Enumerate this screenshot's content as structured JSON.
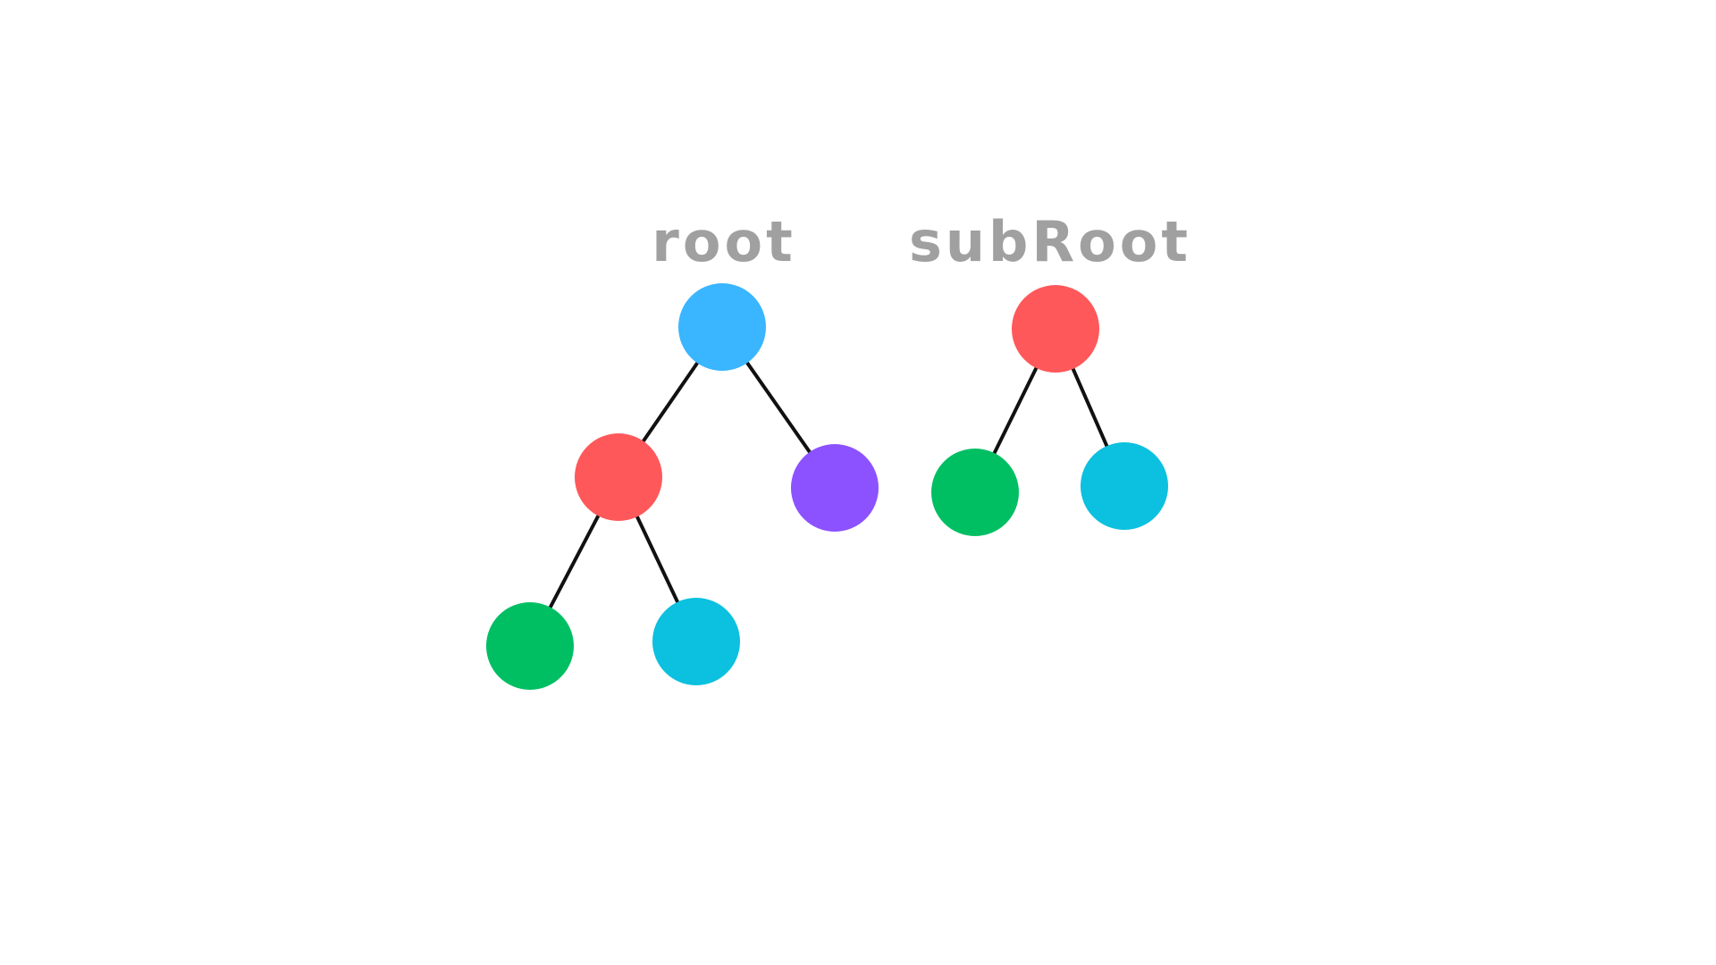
{
  "trees": [
    {
      "label": "root",
      "nodes": [
        {
          "id": "r1",
          "color": "#3AB5FF"
        },
        {
          "id": "r2",
          "color": "#FF585A"
        },
        {
          "id": "r3",
          "color": "#8C52FF"
        },
        {
          "id": "r4",
          "color": "#00BF63"
        },
        {
          "id": "r5",
          "color": "#0CC0DF"
        }
      ],
      "edges": [
        [
          "r1",
          "r2"
        ],
        [
          "r1",
          "r3"
        ],
        [
          "r2",
          "r4"
        ],
        [
          "r2",
          "r5"
        ]
      ]
    },
    {
      "label": "subRoot",
      "nodes": [
        {
          "id": "s1",
          "color": "#FF585A"
        },
        {
          "id": "s2",
          "color": "#00BF63"
        },
        {
          "id": "s3",
          "color": "#0CC0DF"
        }
      ],
      "edges": [
        [
          "s1",
          "s2"
        ],
        [
          "s1",
          "s3"
        ]
      ]
    }
  ]
}
